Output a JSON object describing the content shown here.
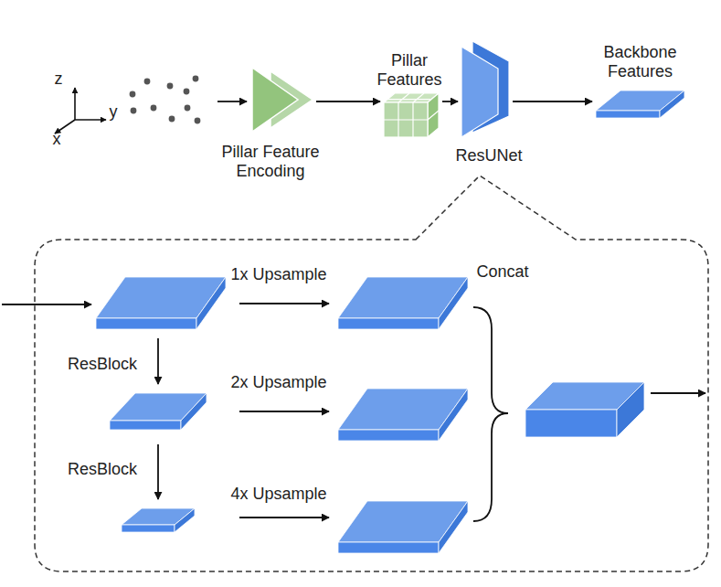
{
  "diagram": {
    "nodes": [
      {
        "text": [
          "Pillar Feature Encoding"
        ]
      },
      {
        "text": [
          "Pillar Features"
        ]
      },
      {
        "text": [
          "ResUNet"
        ]
      },
      {
        "text": [
          "Backbone Features"
        ]
      }
    ],
    "edges": [
      {
        "from": 0,
        "to": 1,
        "arrow": "to"
      },
      {
        "from": 1,
        "to": 2,
        "arrow": "to"
      },
      {
        "from": 2,
        "to": 3,
        "arrow": "to"
      }
    ],
    "labels": [
      "z",
      "y",
      "x",
      "ResBlock",
      "ResBlock",
      "1x Upsample",
      "2x Upsample",
      "4x Upsample",
      "Concat"
    ]
  }
}
